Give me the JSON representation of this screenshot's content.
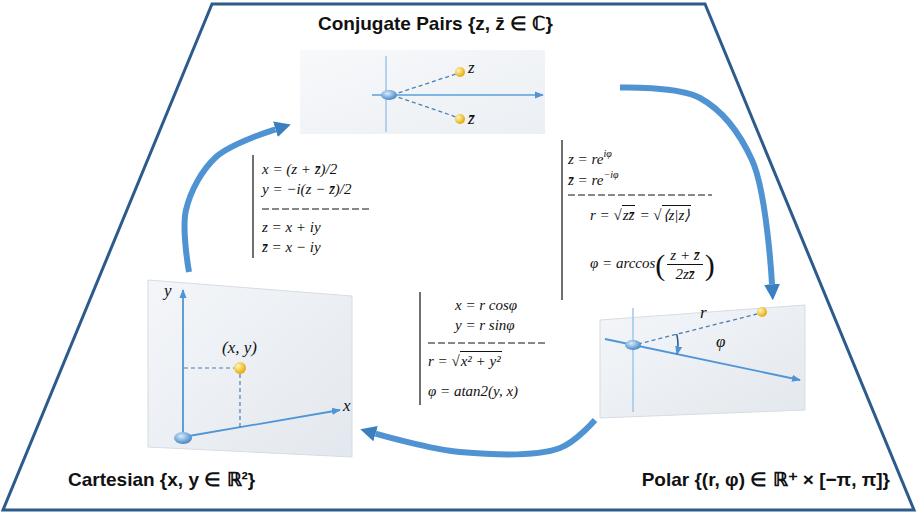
{
  "diagram": {
    "nodes": [
      {
        "text": [
          "Conjugate Pairs {z, z̄ ∈ ℂ}",
          "z",
          "z̄"
        ]
      },
      {
        "text": [
          "Cartesian {x, y ∈ ℝ²}",
          "(x, y)",
          "y",
          "x"
        ]
      },
      {
        "text": [
          "Polar {(r, φ) ∈ ℝ⁺ × [−π, π]}",
          "r",
          "φ"
        ]
      }
    ],
    "edges": [
      {
        "from": 1,
        "to": 0,
        "arrow": "to"
      },
      {
        "from": 0,
        "to": 2,
        "arrow": "to"
      },
      {
        "from": 2,
        "to": 1,
        "arrow": "to"
      }
    ],
    "labels": [
      "x = (z + z̄)/2",
      "y = −i(z − z̄)/2",
      "z = x + iy",
      "z̄ = x − iy",
      "z = re",
      "iφ",
      "z̄ = re",
      "−iφ",
      "r = √",
      "zz̄",
      "= √",
      "⟨z|z⟩",
      "φ = arccos",
      "(",
      "z + z̄",
      "2zz̄",
      ")",
      "x = r cosφ",
      "y = r sinφ",
      "r = √",
      "x² + y²",
      "φ = atan2(y, x)"
    ]
  }
}
